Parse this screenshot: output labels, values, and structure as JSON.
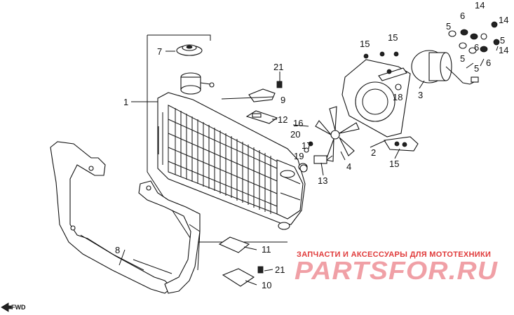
{
  "diagram": {
    "callouts": [
      "1",
      "2",
      "3",
      "4",
      "5",
      "6",
      "7",
      "8",
      "9",
      "10",
      "11",
      "12",
      "13",
      "14",
      "15",
      "16",
      "17",
      "18",
      "19",
      "20",
      "21"
    ],
    "callout_labels": {
      "c1": "1",
      "c2": "2",
      "c3": "3",
      "c4": "4",
      "c5a": "5",
      "c5b": "5",
      "c5c": "5",
      "c5d": "5",
      "c6a": "6",
      "c6b": "6",
      "c6c": "6",
      "c7": "7",
      "c8": "8",
      "c9": "9",
      "c10": "10",
      "c11": "11",
      "c12": "12",
      "c13": "13",
      "c14a": "14",
      "c14b": "14",
      "c14c": "14",
      "c15a": "15",
      "c15b": "15",
      "c15c": "15",
      "c16": "16",
      "c17": "17",
      "c18": "18",
      "c19": "19",
      "c20": "20",
      "c21a": "21",
      "c21b": "21"
    },
    "fwd_label": "FWD"
  },
  "watermark": {
    "subtitle": "ЗАПЧАСТИ И АКСЕССУАРЫ ДЛЯ МОТОТЕХНИКИ",
    "brand": "PARTSFOR.RU",
    "colors": {
      "subtitle": "#e03a3a",
      "brand": "#f0a0a6"
    }
  }
}
